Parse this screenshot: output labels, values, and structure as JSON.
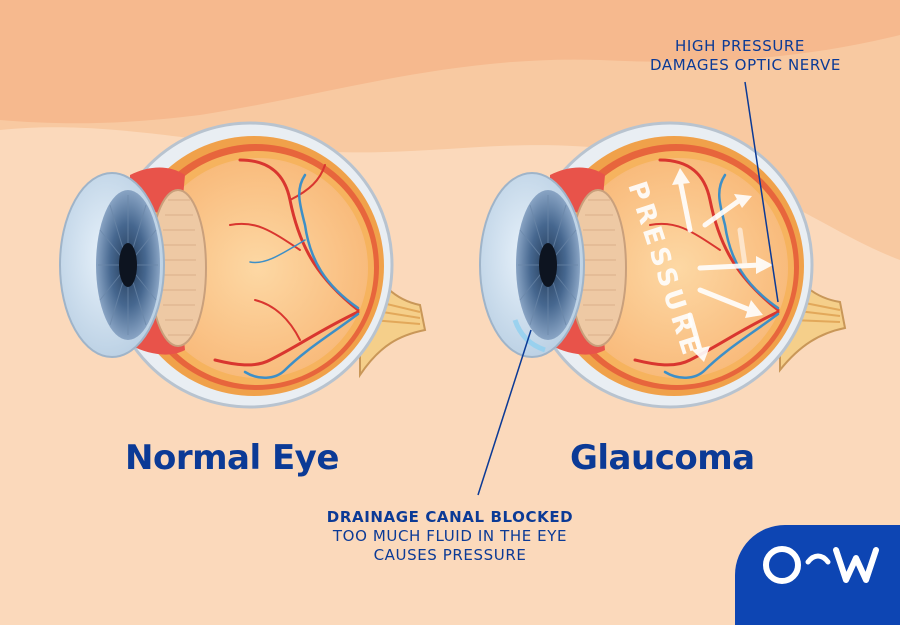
{
  "labels": {
    "normal": "Normal Eye",
    "glaucoma": "Glaucoma"
  },
  "annotations": {
    "optic_nerve": [
      "HIGH PRESSURE",
      "DAMAGES OPTIC NERVE"
    ],
    "drainage_title": "DRAINAGE CANAL BLOCKED",
    "drainage_body": [
      "TOO MUCH FLUID IN THE EYE",
      "CAUSES PRESSURE"
    ]
  },
  "pressure_word": "PRESSURE",
  "logo": {
    "text": "O",
    "text2": "W"
  },
  "colors": {
    "background_top": "#f6b98e",
    "background_bottom": "#fbd9bb",
    "label_blue": "#0b3a96",
    "logo_blue": "#0d45b3",
    "vessel_red": "#d9362f",
    "vessel_blue": "#3d8fc7",
    "eye_inner": "#fbc98a",
    "sclera_orange": "#f0a14a",
    "iris_blue": "#3c5c85"
  }
}
